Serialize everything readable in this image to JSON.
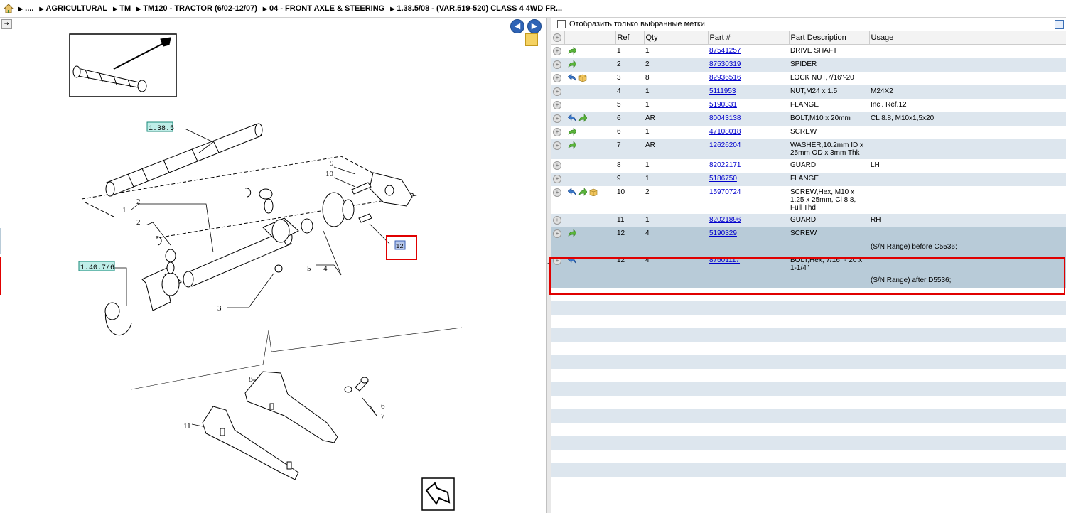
{
  "breadcrumb": {
    "items": [
      "....",
      "AGRICULTURAL",
      "TM",
      "TM120 - TRACTOR (6/02-12/07)",
      "04 - FRONT AXLE & STEERING",
      "1.38.5/08 - (VAR.519-520) CLASS 4 4WD FR..."
    ]
  },
  "diagram": {
    "labels": {
      "ref_1": "1",
      "ref_2a": "2",
      "ref_2b": "2",
      "ref_3": "3",
      "ref_4": "4",
      "ref_5": "5",
      "ref_6": "6",
      "ref_7": "7",
      "ref_8": "8",
      "ref_9": "9",
      "ref_10": "10",
      "ref_11": "11",
      "ref_12": "12",
      "tag_1385": "1.38.5",
      "tag_1407": "1.40.7/6"
    }
  },
  "filter": {
    "label": "Отобразить только выбранные метки"
  },
  "table": {
    "headers": {
      "ref": "Ref",
      "qty": "Qty",
      "part": "Part #",
      "desc": "Part Description",
      "usage": "Usage"
    },
    "rows": [
      {
        "ref": "1",
        "qty": "1",
        "part": "87541257",
        "desc": "DRIVE SHAFT",
        "usage": ""
      },
      {
        "ref": "2",
        "qty": "2",
        "part": "87530319",
        "desc": "SPIDER",
        "usage": ""
      },
      {
        "ref": "3",
        "qty": "8",
        "part": "82936516",
        "desc": "LOCK NUT,7/16\"-20",
        "usage": ""
      },
      {
        "ref": "4",
        "qty": "1",
        "part": "5111953",
        "desc": "NUT,M24 x 1.5",
        "usage": "M24X2"
      },
      {
        "ref": "5",
        "qty": "1",
        "part": "5190331",
        "desc": "FLANGE",
        "usage": "Incl. Ref.12"
      },
      {
        "ref": "6",
        "qty": "AR",
        "part": "80043138",
        "desc": "BOLT,M10 x 20mm",
        "usage": "CL 8.8, M10x1,5x20"
      },
      {
        "ref": "6",
        "qty": "1",
        "part": "47108018",
        "desc": "SCREW",
        "usage": ""
      },
      {
        "ref": "7",
        "qty": "AR",
        "part": "12626204",
        "desc": "WASHER,10.2mm ID x 25mm OD x 3mm Thk",
        "usage": ""
      },
      {
        "ref": "8",
        "qty": "1",
        "part": "82022171",
        "desc": "GUARD",
        "usage": "LH"
      },
      {
        "ref": "9",
        "qty": "1",
        "part": "5186750",
        "desc": "FLANGE",
        "usage": ""
      },
      {
        "ref": "10",
        "qty": "2",
        "part": "15970724",
        "desc": "SCREW,Hex, M10 x 1.25 x 25mm, Cl 8.8, Full Thd",
        "usage": ""
      },
      {
        "ref": "11",
        "qty": "1",
        "part": "82021896",
        "desc": "GUARD",
        "usage": "RH"
      },
      {
        "ref": "12",
        "qty": "4",
        "part": "5190329",
        "desc": "SCREW",
        "usage": ""
      },
      {
        "ref": "",
        "qty": "",
        "part": "",
        "desc": "",
        "usage": "(S/N Range) before C5536;"
      },
      {
        "ref": "12",
        "qty": "4",
        "part": "87601117",
        "desc": "BOLT,Hex, 7/16\" - 20 x 1-1/4\"",
        "usage": ""
      },
      {
        "ref": "",
        "qty": "",
        "part": "",
        "desc": "",
        "usage": "(S/N Range) after D5536;"
      }
    ]
  },
  "colors": {
    "selection_border": "#e00000",
    "row_alt": "#dde6ee",
    "row_selected": "#b8cbd8",
    "link": "#0000cc"
  }
}
